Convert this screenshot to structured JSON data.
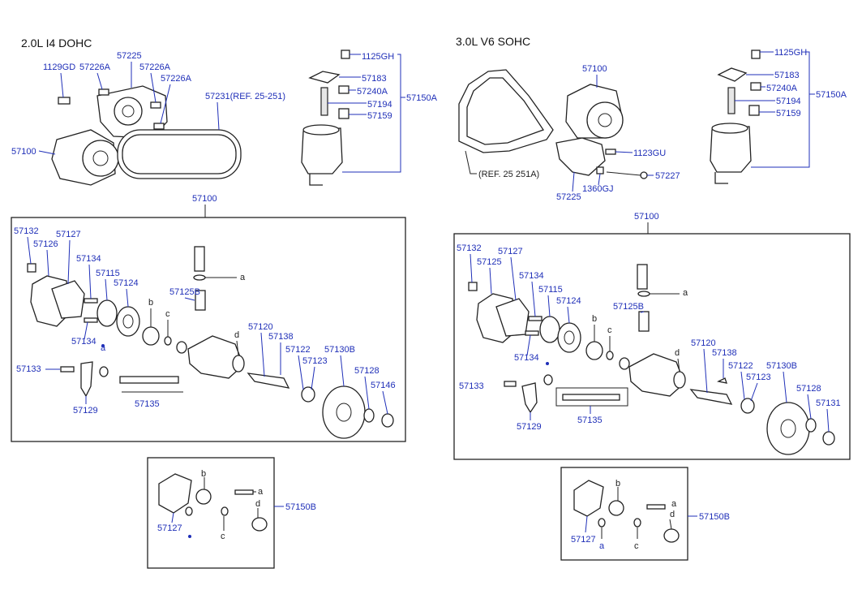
{
  "colors": {
    "ink": "#222222",
    "callout": "#1f2fb8",
    "background": "#ffffff"
  },
  "left": {
    "engine_label": "2.0L  I4  DOHC",
    "top_labels": {
      "l_1129gd": "1129GD",
      "l_57226a_1": "57226A",
      "l_57225": "57225",
      "l_57226a_2": "57226A",
      "l_57226a_3": "57226A",
      "l_57231": "57231(REF. 25-251)",
      "l_57100_pump": "57100",
      "l_1125gh": "1125GH",
      "l_57183": "57183",
      "l_57240a": "57240A",
      "l_57194": "57194",
      "l_57159": "57159",
      "l_57150a": "57150A",
      "l_57100_ref": "57100"
    },
    "exploded_labels": {
      "e_57132": "57132",
      "e_57126": "57126",
      "e_57127": "57127",
      "e_57134_a": "57134",
      "e_57115": "57115",
      "e_57124": "57124",
      "e_57125b": "57125B",
      "e_a_callout": "a",
      "e_b": "b",
      "e_c": "c",
      "e_d": "d",
      "e_57134_b": "57134",
      "e_a_small": "a",
      "e_57120": "57120",
      "e_57138": "57138",
      "e_57122": "57122",
      "e_57123": "57123",
      "e_57130b": "57130B",
      "e_57133": "57133",
      "e_57128": "57128",
      "e_57146": "57146",
      "e_57129": "57129",
      "e_57135": "57135"
    },
    "kit_labels": {
      "k_b": "b",
      "k_a": "a",
      "k_c": "c",
      "k_d": "d",
      "k_57127": "57127",
      "k_57150b": "57150B"
    }
  },
  "right": {
    "engine_label": "3.0L  V6  SOHC",
    "top_labels": {
      "l_57100_pump": "57100",
      "l_1125gh": "1125GH",
      "l_57183": "57183",
      "l_57240a": "57240A",
      "l_57194": "57194",
      "l_57159": "57159",
      "l_57150a": "57150A",
      "l_1123gu": "1123GU",
      "l_ref": "(REF. 25  251A)",
      "l_1360gj": "1360GJ",
      "l_57227": "57227",
      "l_57225": "57225",
      "l_57100_ref": "57100"
    },
    "exploded_labels": {
      "e_57132": "57132",
      "e_57127": "57127",
      "e_57125": "57125",
      "e_57134_a": "57134",
      "e_57115": "57115",
      "e_57124": "57124",
      "e_57125b": "57125B",
      "e_a_callout": "a",
      "e_b": "b",
      "e_c": "c",
      "e_d": "d",
      "e_57134_b": "57134",
      "e_57120": "57120",
      "e_57138": "57138",
      "e_57122": "57122",
      "e_57123": "57123",
      "e_57130b": "57130B",
      "e_57128": "57128",
      "e_57131": "57131",
      "e_57133": "57133",
      "e_57129": "57129",
      "e_57135": "57135"
    },
    "kit_labels": {
      "k_b": "b",
      "k_a_top": "a",
      "k_d": "d",
      "k_c": "c",
      "k_a_bottom": "a",
      "k_57127": "57127",
      "k_57150b": "57150B"
    }
  }
}
